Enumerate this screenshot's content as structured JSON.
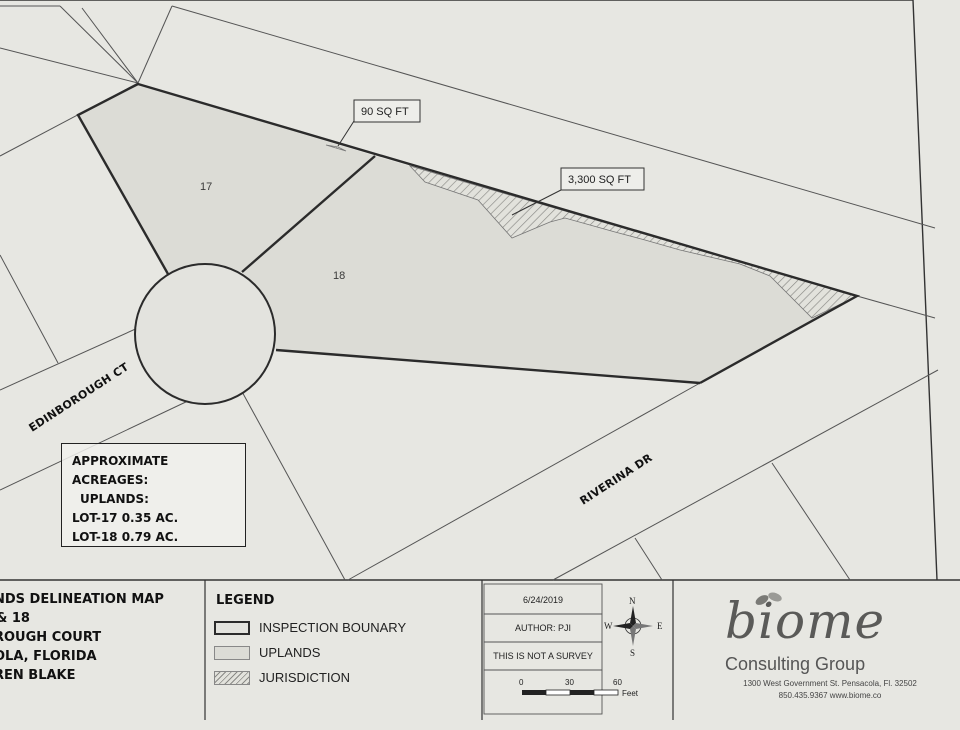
{
  "lots": {
    "lot17": "17",
    "lot18": "18"
  },
  "callouts": {
    "area_small": "90 SQ FT",
    "area_large": "3,300 SQ FT"
  },
  "streets": {
    "edinborough": "EDINBOROUGH CT",
    "riverina": "RIVERINA DR"
  },
  "acreage": {
    "heading": "APPROXIMATE ACREAGES:",
    "sub": "UPLANDS:",
    "lot17": "LOT-17 0.35 AC.",
    "lot18": "LOT-18 0.79 AC."
  },
  "title_block": {
    "lines": [
      "NDS DELINEATION MAP",
      "& 18",
      "ROUGH COURT",
      "OLA, FLORIDA",
      "REN BLAKE"
    ]
  },
  "legend": {
    "heading": "LEGEND",
    "items": [
      {
        "label": "INSPECTION BOUNARY",
        "style": "boundary"
      },
      {
        "label": "UPLANDS",
        "style": "uplands"
      },
      {
        "label": "JURISDICTION",
        "style": "hatch"
      }
    ]
  },
  "info": {
    "date": "6/24/2019",
    "author": "AUTHOR: PJI",
    "disclaimer": "THIS IS NOT A SURVEY"
  },
  "north_arrow": {
    "n": "N",
    "s": "S",
    "e": "E",
    "w": "W"
  },
  "scale_bar": {
    "ticks": [
      "0",
      "30",
      "60"
    ],
    "unit": "Feet"
  },
  "logo": {
    "name": "biome",
    "subtitle": "Consulting Group",
    "address": "1300 West Government St. Pensacola, Fl. 32502",
    "contact": "850.435.9367   www.biome.co"
  },
  "colors": {
    "paper": "#e7e7e2",
    "line": "#2b2b2b",
    "uplands": "#dcdcd6",
    "hatch": "#8a8a86"
  }
}
